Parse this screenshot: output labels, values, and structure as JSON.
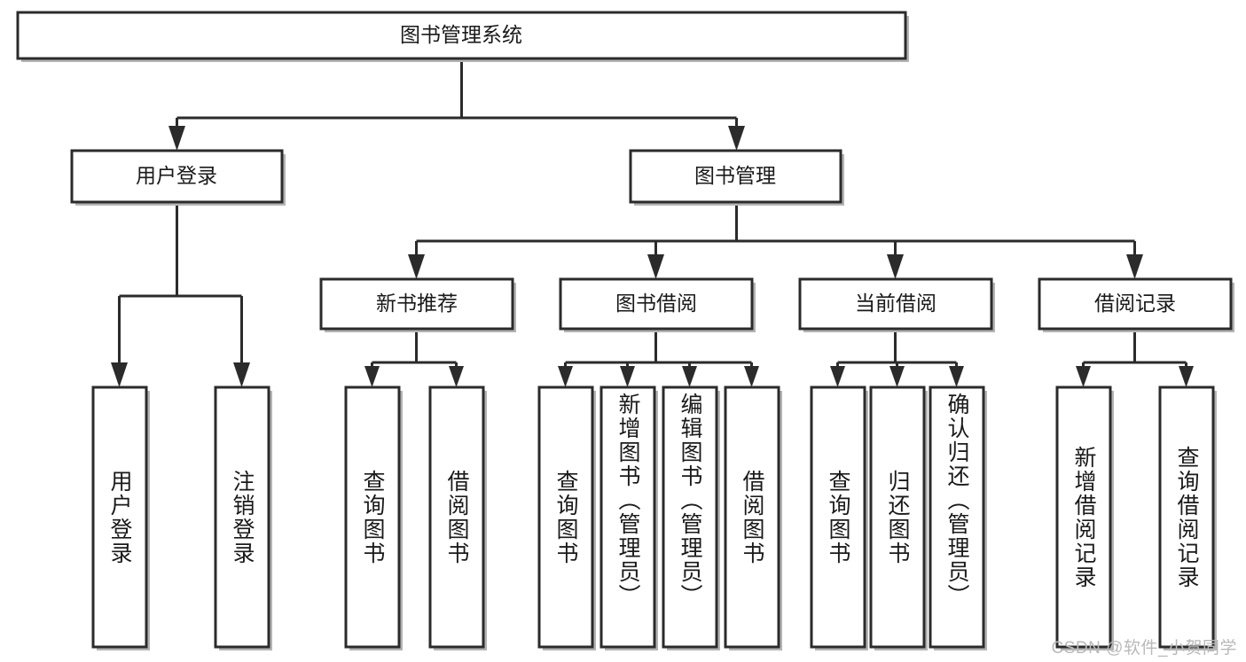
{
  "diagram": {
    "title": "图书管理系统",
    "type": "tree",
    "colors": {
      "box_stroke": "#2b2b2b",
      "box_fill": "#ffffff",
      "text": "#1a1a1a",
      "background": "#ffffff",
      "watermark": "#b9b9b9"
    },
    "root": {
      "id": "root",
      "label": "图书管理系统",
      "orientation": "horizontal"
    },
    "level2": [
      {
        "id": "user-login",
        "label": "用户登录",
        "orientation": "horizontal"
      },
      {
        "id": "book-manage",
        "label": "图书管理",
        "orientation": "horizontal"
      }
    ],
    "level3": [
      {
        "id": "new-book-recommend",
        "label": "新书推荐",
        "orientation": "horizontal",
        "parent": "book-manage"
      },
      {
        "id": "book-borrow",
        "label": "图书借阅",
        "orientation": "horizontal",
        "parent": "book-manage"
      },
      {
        "id": "current-borrow",
        "label": "当前借阅",
        "orientation": "horizontal",
        "parent": "book-manage"
      },
      {
        "id": "borrow-record",
        "label": "借阅记录",
        "orientation": "horizontal",
        "parent": "book-manage"
      }
    ],
    "leaves": [
      {
        "id": "leaf-user-login",
        "label": "用户登录",
        "parent": "user-login",
        "orientation": "vertical"
      },
      {
        "id": "leaf-user-logout",
        "label": "注销登录",
        "parent": "user-login",
        "orientation": "vertical"
      },
      {
        "id": "leaf-query-book-1",
        "label": "查询图书",
        "parent": "new-book-recommend",
        "orientation": "vertical"
      },
      {
        "id": "leaf-borrow-book-1",
        "label": "借阅图书",
        "parent": "new-book-recommend",
        "orientation": "vertical"
      },
      {
        "id": "leaf-query-book-2",
        "label": "查询图书",
        "parent": "book-borrow",
        "orientation": "vertical"
      },
      {
        "id": "leaf-add-book",
        "label": "新增图书（管理员）",
        "parent": "book-borrow",
        "orientation": "vertical"
      },
      {
        "id": "leaf-edit-book",
        "label": "编辑图书（管理员）",
        "parent": "book-borrow",
        "orientation": "vertical"
      },
      {
        "id": "leaf-borrow-book-2",
        "label": "借阅图书",
        "parent": "book-borrow",
        "orientation": "vertical"
      },
      {
        "id": "leaf-query-book-3",
        "label": "查询图书",
        "parent": "current-borrow",
        "orientation": "vertical"
      },
      {
        "id": "leaf-return-book",
        "label": "归还图书",
        "parent": "current-borrow",
        "orientation": "vertical"
      },
      {
        "id": "leaf-confirm-return",
        "label": "确认归还（管理员）",
        "parent": "current-borrow",
        "orientation": "vertical"
      },
      {
        "id": "leaf-add-record",
        "label": "新增借阅记录",
        "parent": "borrow-record",
        "orientation": "vertical"
      },
      {
        "id": "leaf-query-record",
        "label": "查询借阅记录",
        "parent": "borrow-record",
        "orientation": "vertical"
      }
    ],
    "watermark": "CSDN @软件_小贺同学"
  }
}
